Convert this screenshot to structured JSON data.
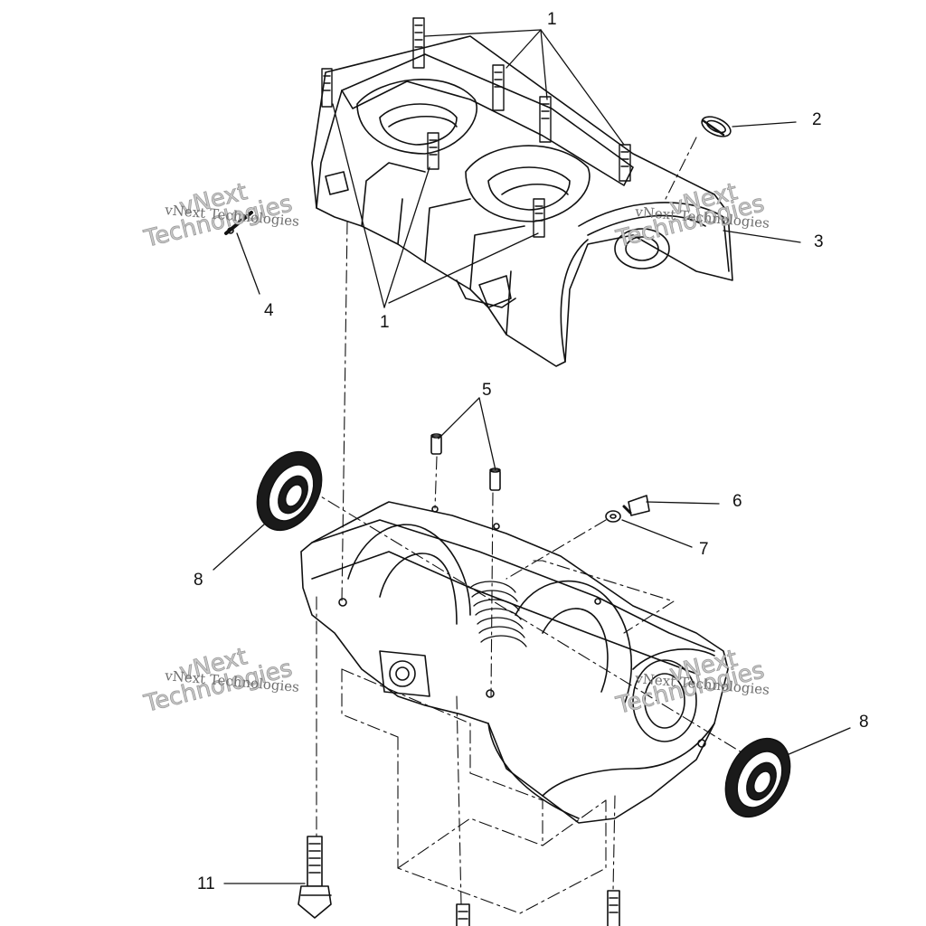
{
  "callouts": {
    "c1_top": "1",
    "c1_bottom": "1",
    "c2": "2",
    "c3": "3",
    "c4": "4",
    "c5": "5",
    "c6": "6",
    "c7": "7",
    "c8_left": "8",
    "c8_right": "8",
    "c11": "11"
  },
  "watermark": {
    "small": "vNext Technologies",
    "word1": "vNext",
    "word2": "Technologies"
  },
  "colors": {
    "ink": "#111111",
    "watermark": "#9a9a9a",
    "paper": "#ffffff"
  }
}
